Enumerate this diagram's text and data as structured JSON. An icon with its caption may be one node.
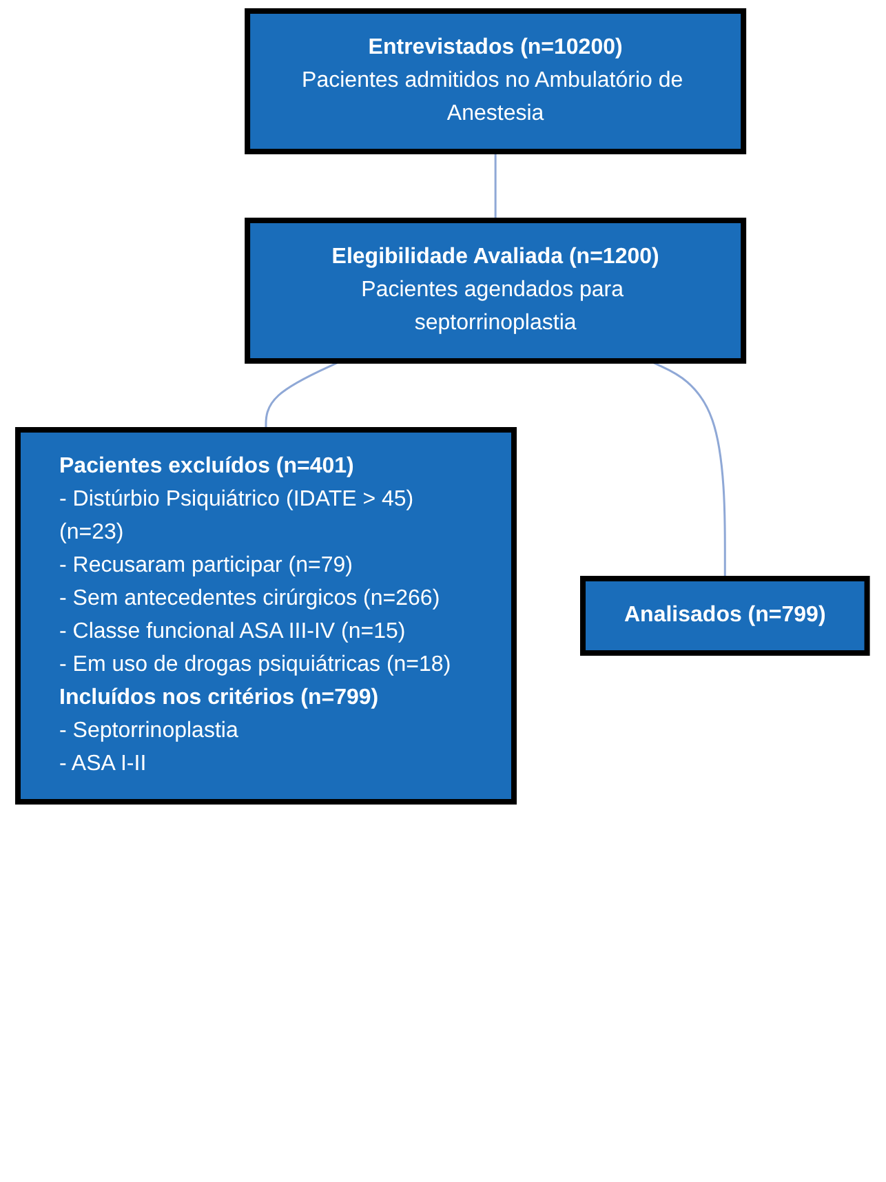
{
  "diagram": {
    "nodes": [
      {
        "text": [
          "Entrevistados (n=10200)",
          "Pacientes admitidos no Ambulatório de Anestesia"
        ]
      },
      {
        "text": [
          "Elegibilidade Avaliada (n=1200)",
          "Pacientes agendados para septorrinoplastia"
        ]
      },
      {
        "text": [
          "Pacientes excluídos (n=401)",
          "- Distúrbio Psiquiátrico (IDATE > 45) (n=23)",
          "- Recusaram participar (n=79)",
          "- Sem antecedentes cirúrgicos (n=266)",
          "- Classe funcional ASA III-IV (n=15)",
          "- Em uso de drogas psiquiátricas (n=18)",
          "Incluídos nos critérios (n=799)",
          "- Septorrinoplastia",
          "- ASA I-II"
        ]
      },
      {
        "text": [
          "Analisados (n=799)"
        ]
      }
    ],
    "edges": [
      {
        "from": 0,
        "to": 1,
        "arrow": "none"
      },
      {
        "from": 1,
        "to": 2,
        "arrow": "none"
      },
      {
        "from": 1,
        "to": 3,
        "arrow": "none"
      }
    ]
  }
}
